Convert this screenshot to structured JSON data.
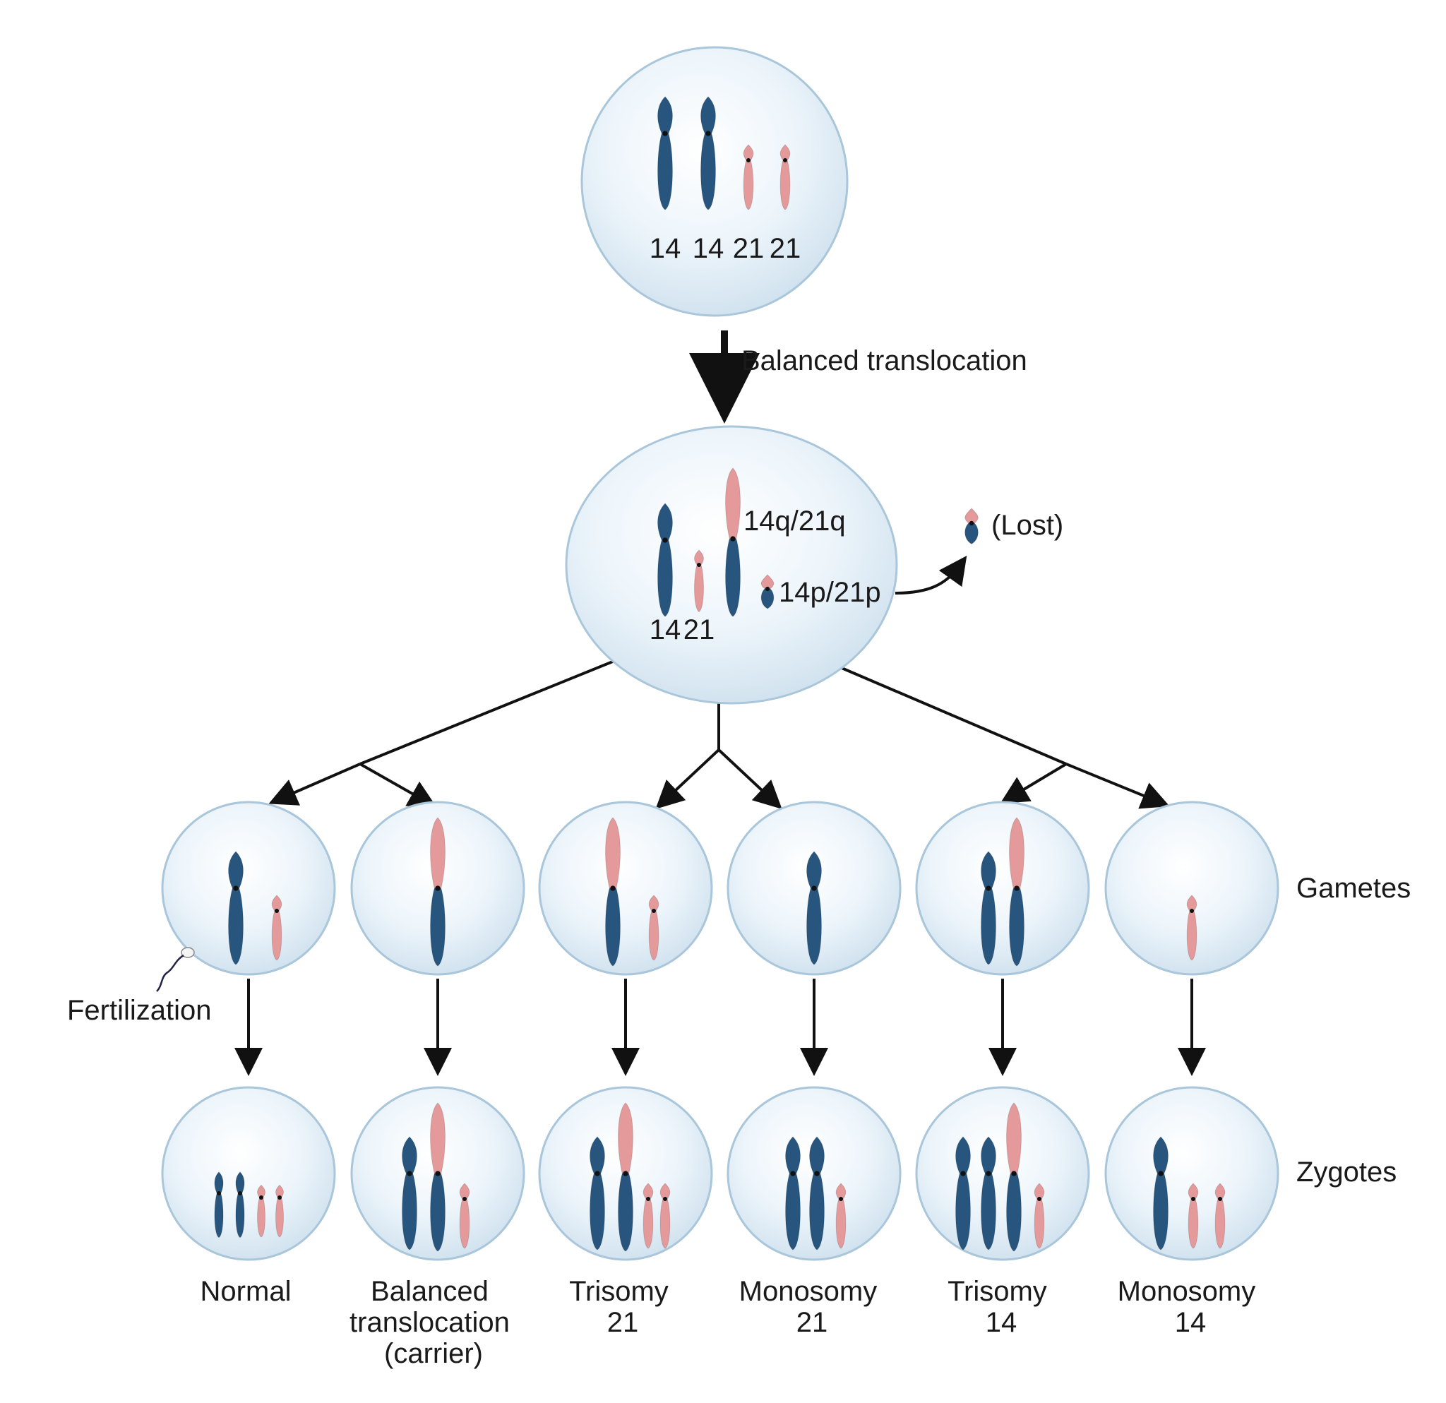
{
  "colors": {
    "chr14": "#27557e",
    "chr21": "#e49a9a",
    "centromere": "#111111",
    "cell_fill": "#e6f1f9",
    "cell_edge": "#aac6da",
    "arrow": "#111111"
  },
  "parent": {
    "labels": [
      "14",
      "14",
      "21",
      "21"
    ]
  },
  "step_label": "Balanced translocation",
  "carrier": {
    "labels": {
      "c14": "14",
      "c21": "21",
      "fusion_q": "14q/21q",
      "fusion_p": "14p/21p",
      "lost": "(Lost)"
    }
  },
  "row_labels": {
    "gametes": "Gametes",
    "zygotes": "Zygotes",
    "fertilization": "Fertilization"
  },
  "outcomes": [
    {
      "lines": [
        "Normal"
      ]
    },
    {
      "lines": [
        "Balanced",
        "translocation",
        "(carrier)"
      ]
    },
    {
      "lines": [
        "Trisomy",
        "21"
      ]
    },
    {
      "lines": [
        "Monosomy",
        "21"
      ]
    },
    {
      "lines": [
        "Trisomy",
        "14"
      ]
    },
    {
      "lines": [
        "Monosomy",
        "14"
      ]
    }
  ]
}
